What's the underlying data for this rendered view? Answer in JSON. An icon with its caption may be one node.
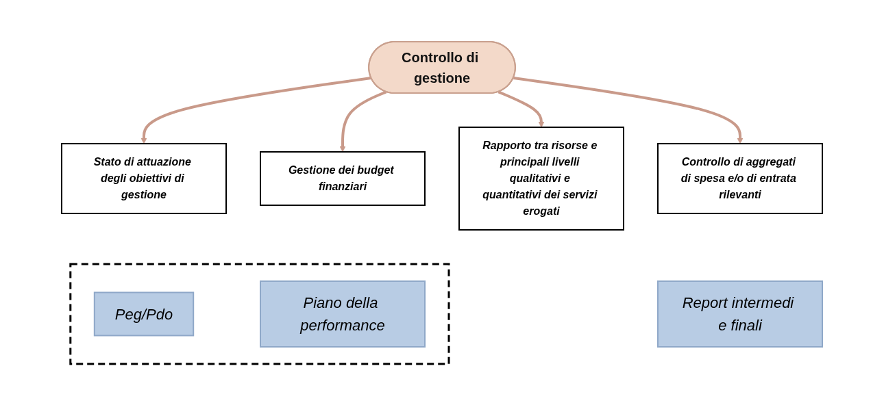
{
  "diagram": {
    "nodes": [
      {
        "text": [
          "Controllo di gestione"
        ]
      },
      {
        "text": [
          "Stato di attuazione degli obiettivi di gestione"
        ]
      },
      {
        "text": [
          "Gestione dei budget finanziari"
        ]
      },
      {
        "text": [
          "Rapporto tra risorse e principali livelli qualitativi e quantitativi dei servizi erogati"
        ]
      },
      {
        "text": [
          "Controllo di aggregati di spesa e/o di entrata rilevanti"
        ]
      },
      {
        "text": [],
        "shape": "box"
      },
      {
        "text": [
          "Peg/Pdo"
        ],
        "in": 5
      },
      {
        "text": [
          "Piano della performance"
        ],
        "in": 5
      },
      {
        "text": [
          "Report intermedi e finali"
        ]
      }
    ],
    "edges": [
      {
        "from": 0,
        "to": 1,
        "arrow": "to"
      },
      {
        "from": 0,
        "to": 2,
        "arrow": "to"
      },
      {
        "from": 0,
        "to": 3,
        "arrow": "to"
      },
      {
        "from": 0,
        "to": 4,
        "arrow": "to"
      }
    ]
  }
}
